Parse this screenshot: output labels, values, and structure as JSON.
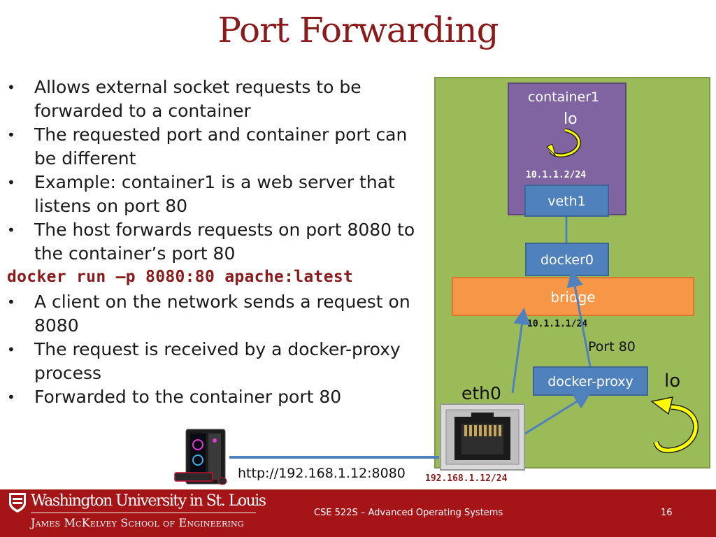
{
  "slide": {
    "title": "Port Forwarding"
  },
  "bullets": {
    "item1": "Allows external socket requests to be forwarded to a container",
    "item2": "The requested port and container port can be different",
    "item3": "Example: container1 is a web server that listens on port 80",
    "item4": "The host forwards requests on port 8080 to the container’s port 80",
    "command": "docker run –p 8080:80 apache:latest",
    "item5": "A client on the network sends a request on 8080",
    "item6": "The request is received by a docker-proxy process",
    "item7": "Forwarded to the container port 80",
    "bullet_glyph": "•"
  },
  "diagram": {
    "container_label": "container1",
    "container_lo": "lo",
    "container_ip": "10.1.1.2/24",
    "veth": "veth1",
    "docker0": "docker0",
    "bridge": "bridge",
    "bridge_ip": "10.1.1.1/24",
    "port": "Port 80",
    "proxy": "docker-proxy",
    "host_lo": "lo",
    "eth0": "eth0",
    "url": "http://192.168.1.12:8080",
    "host_ip": "192.168.1.12/24",
    "colors": {
      "host_bg": "#9bbb59",
      "container": "#8064a2",
      "interface": "#4f81bd",
      "bridge": "#f79646",
      "loopback_arrow": "#ffff00",
      "link": "#4f81bd"
    }
  },
  "footer": {
    "university": "Washington University in St. Louis",
    "school": "James McKelvey School of Engineering",
    "course": "CSE 522S – Advanced Operating Systems",
    "page": "16",
    "background": "#a51417"
  },
  "icons": {
    "client": "desktop-computer-icon",
    "ethernet": "ethernet-port-icon",
    "loopback": "loopback-arrow-icon",
    "shield": "university-shield-icon"
  }
}
